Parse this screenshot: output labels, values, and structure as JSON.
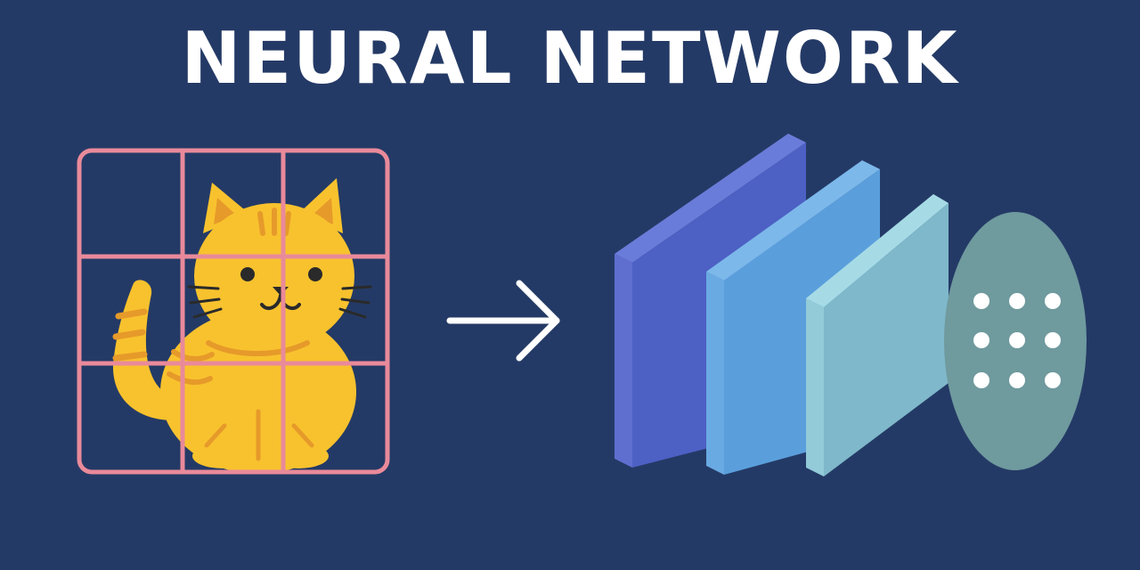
{
  "title": "NEURAL NETWORK",
  "colors": {
    "background": "#243a66",
    "grid": "#e98a9a",
    "cat_body": "#f8c22e",
    "cat_stripes": "#e69a2a",
    "arrow": "#ffffff",
    "layer_1": "#4d60c4",
    "layer_2": "#5a9fdc",
    "layer_3": "#7fb8ca",
    "output_oval": "#6f9a9e",
    "output_dots": "#ffffff"
  },
  "diagram": {
    "input": {
      "icon": "cat-icon",
      "grid": "3x3-grid"
    },
    "connector": {
      "icon": "arrow-right-icon"
    },
    "layers": [
      "layer-1",
      "layer-2",
      "layer-3"
    ],
    "output": {
      "icon": "dot-matrix-icon",
      "dots": "3x3"
    }
  }
}
